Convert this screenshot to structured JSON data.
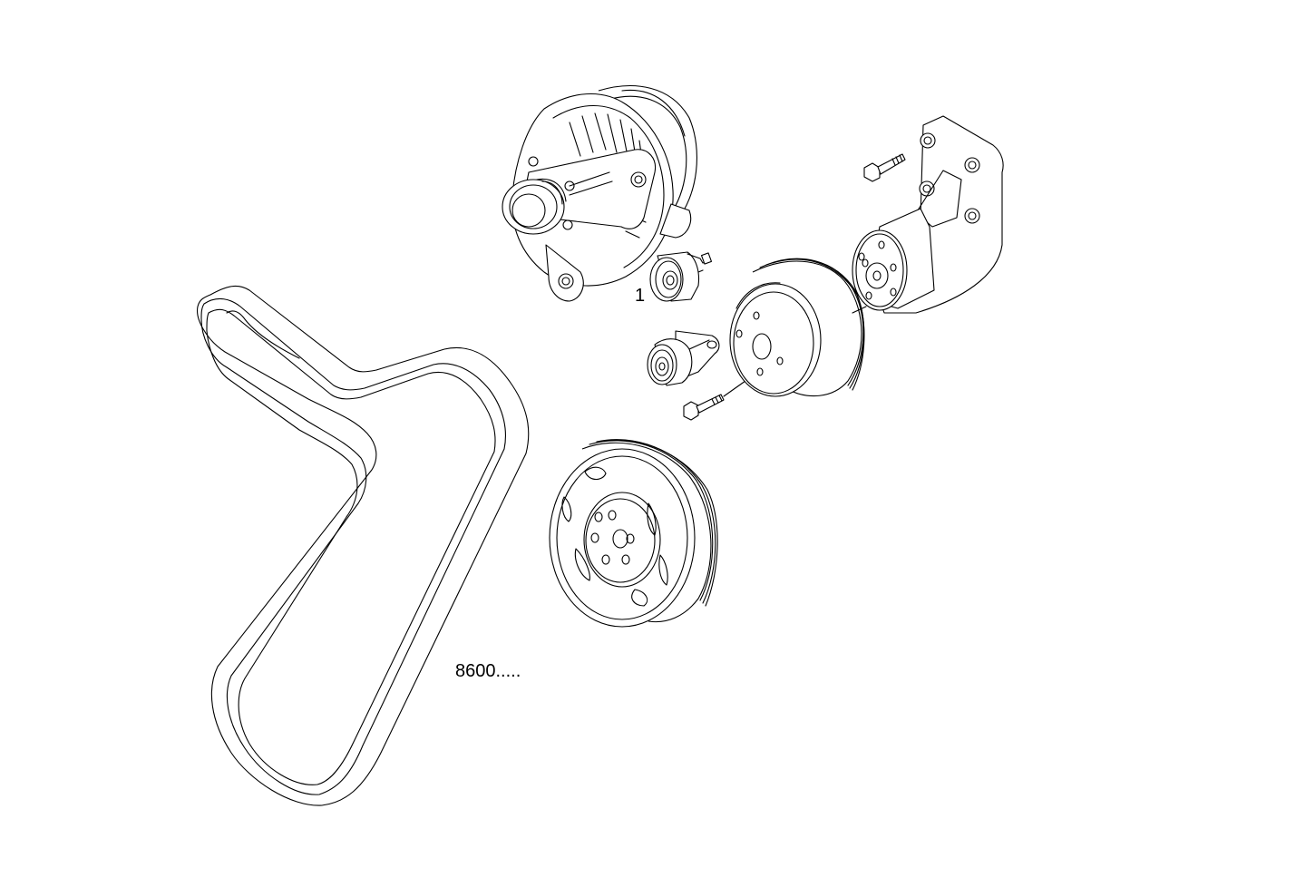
{
  "diagram": {
    "type": "exploded-parts-view",
    "colors": {
      "background": "#ffffff",
      "line": "#000000"
    },
    "callouts": [
      {
        "id": "callout-1",
        "text": "1",
        "refers_to": "idler-pulley"
      },
      {
        "id": "callout-8600",
        "text": "8600.....",
        "refers_to": "poly-v-belt"
      }
    ],
    "parts": [
      {
        "name": "alternator"
      },
      {
        "name": "idler-pulley"
      },
      {
        "name": "belt-tensioner"
      },
      {
        "name": "tensioner-bolt"
      },
      {
        "name": "fan-pulley"
      },
      {
        "name": "fan-hub-bracket"
      },
      {
        "name": "bracket-bolt"
      },
      {
        "name": "crankshaft-pulley"
      },
      {
        "name": "poly-v-belt"
      }
    ]
  }
}
